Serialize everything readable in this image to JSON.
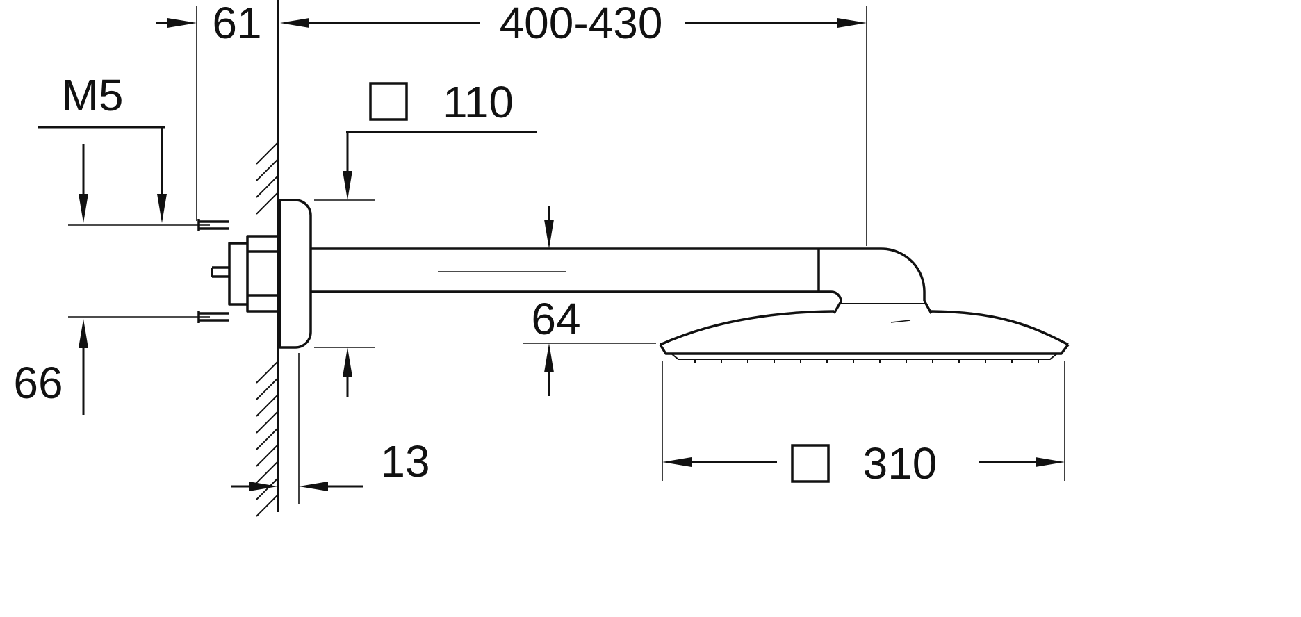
{
  "colors": {
    "background": "#ffffff",
    "line": "#111111"
  },
  "dimensions": {
    "embed_depth": {
      "value": "61"
    },
    "reach": {
      "value": "400-430"
    },
    "thread": {
      "value": "M5"
    },
    "plate": {
      "value": "110",
      "symbol": "square"
    },
    "drop": {
      "value": "64"
    },
    "hole_spacing": {
      "value": "66"
    },
    "plate_depth": {
      "value": "13"
    },
    "head_width": {
      "value": "310",
      "symbol": "square"
    }
  }
}
